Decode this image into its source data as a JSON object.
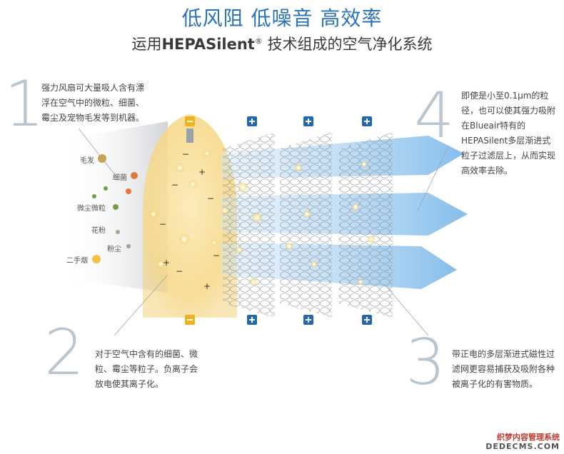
{
  "header": {
    "title": "低风阻 低噪音 高效率",
    "subtitle_prefix": "运用",
    "subtitle_brand": "HEPASilent",
    "subtitle_mark": "®",
    "subtitle_suffix": " 技术组成的空气净化系统"
  },
  "steps": [
    {
      "number": "1",
      "text": "强力风扇可大量吸人含有漂浮在空气中的微粒、细菌、霉尘及宠物毛发等到机器。"
    },
    {
      "number": "2",
      "text": "对于空气中含有的细菌、微粒、霉尘等粒子。负离子会放电使其离子化。"
    },
    {
      "number": "3",
      "text": "带正电的多层渐进式磁性过滤网更容易捕获及吸附各种被离子化的有害物质。"
    },
    {
      "number": "4",
      "text": "即使是小至0.1μm的粒径，也可以使其强力吸附在Blueair特有的HEPASilent多层渐进式粒子过滤层上，从而实现高效率去除。"
    }
  ],
  "particles": [
    {
      "label": "毛发"
    },
    {
      "label": "细菌"
    },
    {
      "label": "微尘微粒"
    },
    {
      "label": "花粉"
    },
    {
      "label": "粉尘"
    },
    {
      "label": "二手烟"
    }
  ],
  "symbols": {
    "negative": "−",
    "positive": "+"
  },
  "watermark": {
    "line1": "织梦内容管理系统",
    "line2": "DEDECMS.COM"
  },
  "colors": {
    "title": "#2a73b8",
    "arrow": "#7fb8e8",
    "glow": "#f6d98a",
    "number": "#b9c6cf"
  }
}
